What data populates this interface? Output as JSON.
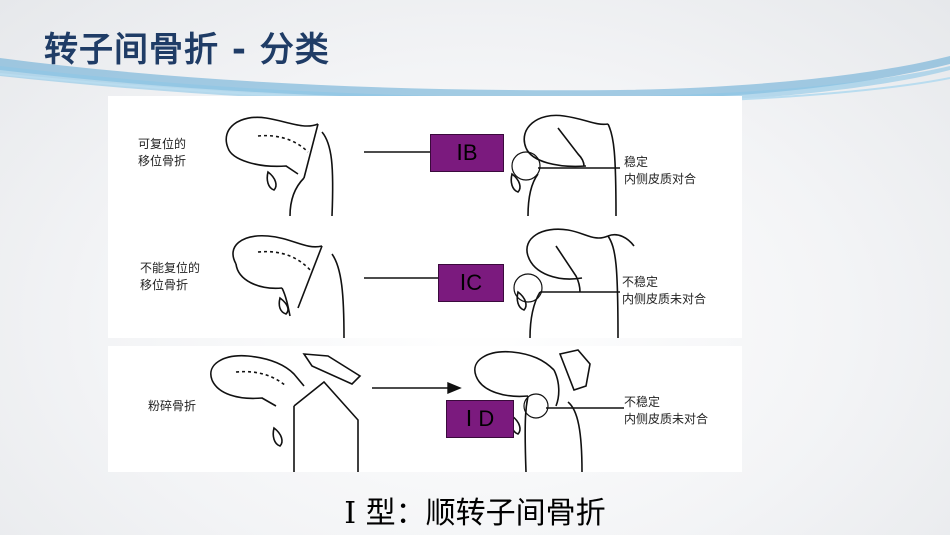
{
  "slide": {
    "title": "转子间骨折 - 分类",
    "caption": "Ⅰ 型：顺转子间骨折"
  },
  "rows": [
    {
      "left_label_line1": "可复位的",
      "left_label_line2": "移位骨折",
      "type_label": "ⅠB",
      "right_label_line1": "稳定",
      "right_label_line2": "内侧皮质对合"
    },
    {
      "left_label_line1": "不能复位的",
      "left_label_line2": "移位骨折",
      "type_label": "ⅠC",
      "right_label_line1": "不稳定",
      "right_label_line2": "内侧皮质未对合"
    },
    {
      "left_label_line1": "粉碎骨折",
      "left_label_line2": "",
      "type_label": "Ⅰ D",
      "right_label_line1": "不稳定",
      "right_label_line2": "内侧皮质未对合"
    }
  ],
  "colors": {
    "title": "#1f3c66",
    "type_box": "#7b1a7e",
    "swoosh": "#5fa8d3"
  }
}
